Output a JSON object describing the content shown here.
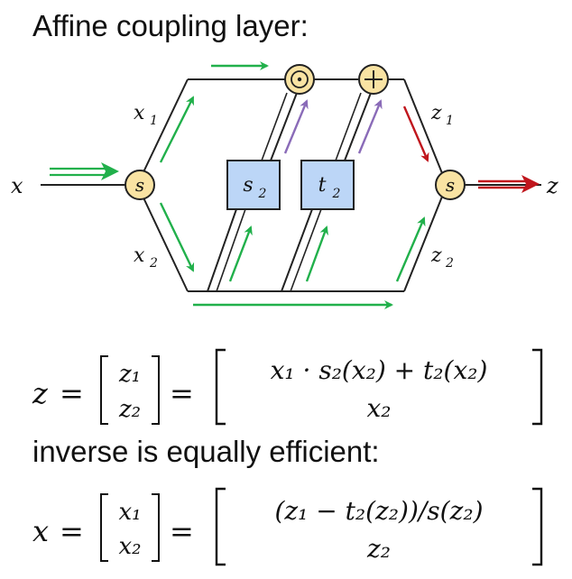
{
  "title": "Affine coupling layer:",
  "inverse_note": "inverse is equally efficient:",
  "diagram": {
    "input_label": "x",
    "output_label": "z",
    "split_node": "s",
    "merge_node": "s",
    "upper_branch": "x",
    "upper_branch_sub": "1",
    "lower_branch": "x",
    "lower_branch_sub": "2",
    "out_upper": "z",
    "out_upper_sub": "1",
    "out_lower": "z",
    "out_lower_sub": "2",
    "scale_box": "s",
    "scale_box_sub": "2",
    "shift_box": "t",
    "shift_box_sub": "2",
    "multiply_op": "⊙",
    "add_op": "+",
    "colors": {
      "node_fill": "#f9e3a3",
      "box_fill": "#bcd6f7",
      "forward_arrow": "#21b04b",
      "param_arrow": "#8a6bb8",
      "output_arrow": "#c0161d"
    }
  },
  "equations": {
    "forward": {
      "lhs": "z",
      "vec_top": "z₁",
      "vec_bottom": "z₂",
      "rhs_top": "x₁ · s₂(x₂) + t₂(x₂)",
      "rhs_bottom": "x₂"
    },
    "inverse": {
      "lhs": "x",
      "vec_top": "x₁",
      "vec_bottom": "x₂",
      "rhs_top": "(z₁ − t₂(z₂))/s(z₂)",
      "rhs_bottom": "z₂"
    },
    "equals": "="
  }
}
